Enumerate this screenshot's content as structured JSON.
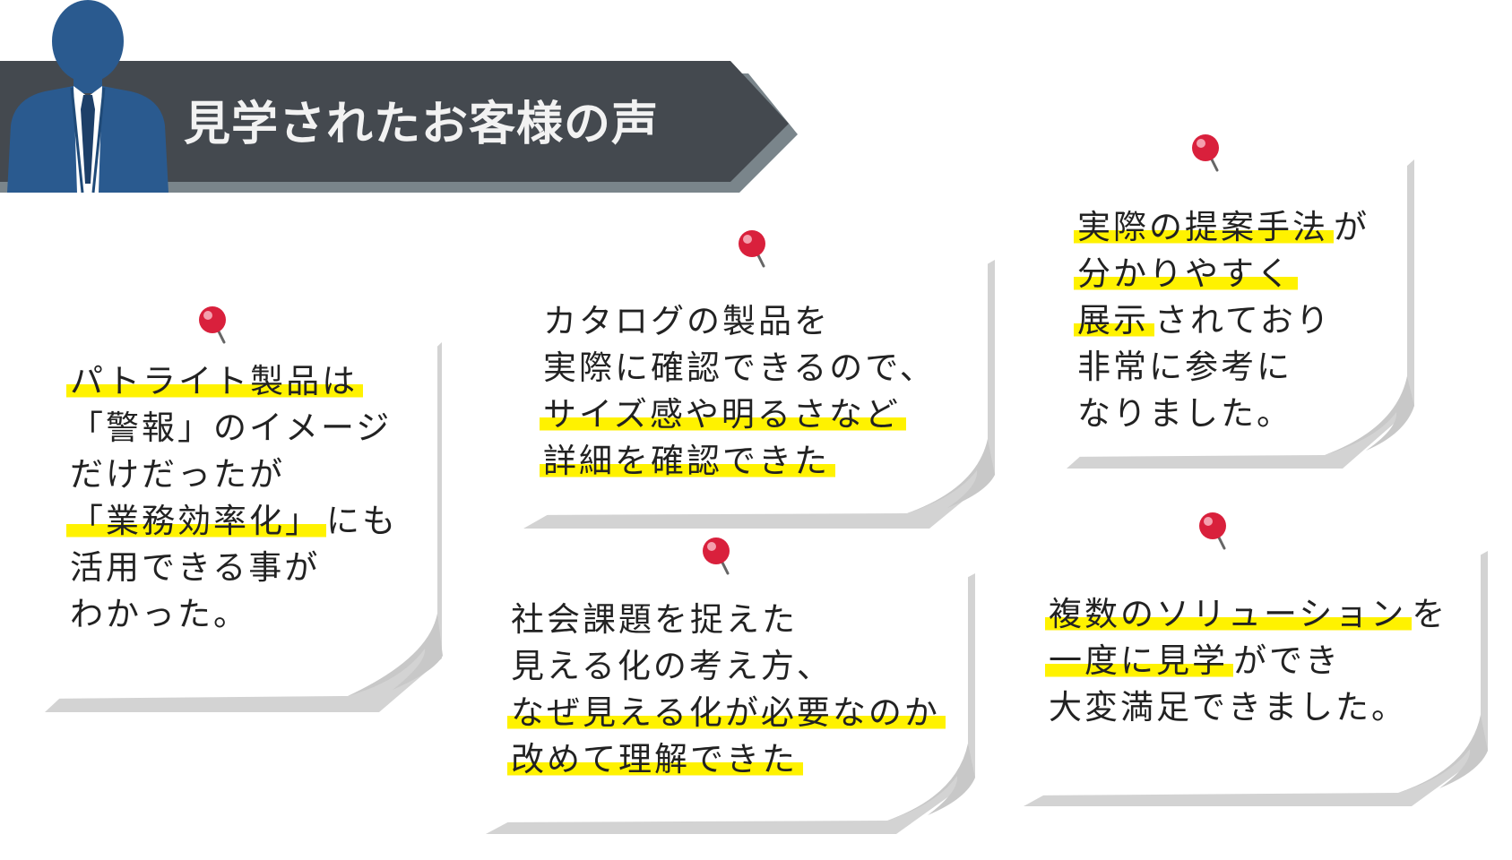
{
  "header": {
    "title": "見学されたお客様の声",
    "bar_color": "#44494f",
    "bar_shadow_color": "#7a858b",
    "figure_color": "#2a5a8f"
  },
  "highlight_color": "#fff200",
  "pin_color": "#d9203c",
  "notes": [
    {
      "lines": [
        {
          "text": "パトライト製品は",
          "highlight": true
        },
        {
          "text": "「警報」のイメージ",
          "highlight": false
        },
        {
          "text": "だけだったが",
          "highlight": false
        },
        {
          "text": "「業務効率化」",
          "highlight": true,
          "tail": "にも"
        },
        {
          "text": "活用できる事が",
          "highlight": false
        },
        {
          "text": "わかった。",
          "highlight": false
        }
      ]
    },
    {
      "lines": [
        {
          "text": "カタログの製品を",
          "highlight": false
        },
        {
          "text": "実際に確認できるので、",
          "highlight": false
        },
        {
          "text": "サイズ感や明るさなど",
          "highlight": true
        },
        {
          "text": "詳細を確認できた",
          "highlight": true
        }
      ]
    },
    {
      "lines": [
        {
          "text": "実際の提案手法",
          "highlight": true,
          "tail": "が"
        },
        {
          "text": "分かりやすく",
          "highlight": true
        },
        {
          "text": "展示",
          "highlight": true,
          "tail": "されており"
        },
        {
          "text": "非常に参考に",
          "highlight": false
        },
        {
          "text": "なりました。",
          "highlight": false
        }
      ]
    },
    {
      "lines": [
        {
          "text": "社会課題を捉えた",
          "highlight": false
        },
        {
          "text": "見える化の考え方、",
          "highlight": false
        },
        {
          "text": "なぜ見える化が必要なのか",
          "highlight": true
        },
        {
          "text": "改めて理解できた",
          "highlight": true
        }
      ]
    },
    {
      "lines": [
        {
          "text": "複数のソリューション",
          "highlight": true,
          "tail": "を"
        },
        {
          "text": "一度に見学",
          "highlight": true,
          "tail": "ができ"
        },
        {
          "text": "大変満足できました。",
          "highlight": false
        }
      ]
    }
  ]
}
